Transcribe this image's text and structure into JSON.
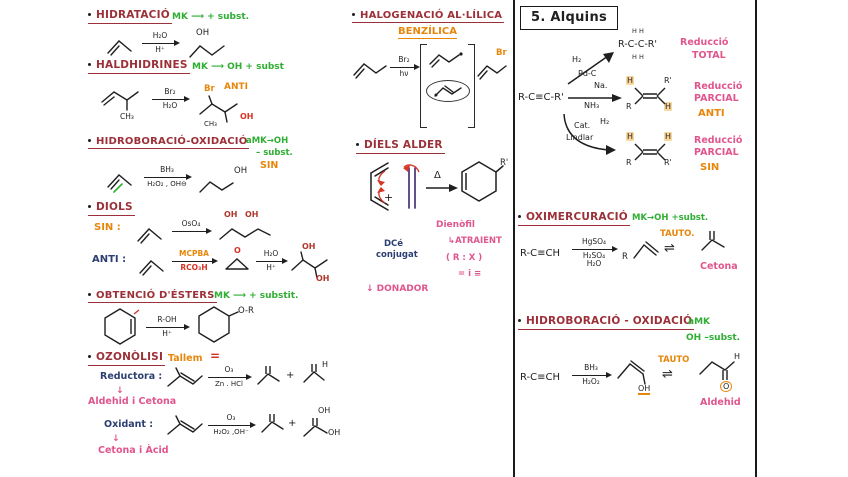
{
  "left": {
    "hidratacio": {
      "title": "HIDRATACIÓ",
      "note": "MK ⟶ + subst.",
      "top": "H₂O",
      "bottom": "H⁺",
      "oh": "OH"
    },
    "halohidrines": {
      "title": "HALDHIDRINES",
      "note": "MK ⟶ OH + subst",
      "anti": "ANTI",
      "ch3": "CH₃",
      "top": "Br₂",
      "bottom": "H₂O",
      "br": "Br",
      "oh": "OH",
      "ch3b": "CH₃"
    },
    "hidroboracio": {
      "title": "HIDROBORACIÓ-OXIDACIÓ",
      "note1": "aMK→OH",
      "note2": "– subst.",
      "sin": "SIN",
      "top": "BH₃",
      "bottom": "H₂O₂ , OH⊖",
      "oh": "OH"
    },
    "diols": {
      "title": "DIOLS",
      "sin": "SIN :",
      "oso4": "OsO₄",
      "oh1": "OH",
      "oh2": "OH",
      "anti": "ANTI :",
      "mcpba": "MCPBA",
      "rco3h": "RCO₃H",
      "o": "O",
      "h2o": "H₂O",
      "h": "H⁺",
      "oh3": "OH",
      "oh4": "OH"
    },
    "esters": {
      "title": "OBTENCIÓ D'ÉSTERS",
      "note": "MK ⟶ + substit.",
      "roh": "R-OH",
      "h": "H⁺",
      "or": "O-R"
    },
    "ozo": {
      "title": "OZONÒLISI",
      "tallem": "Tallem",
      "bond": "=",
      "reductora": "Reductora :",
      "o3": "O₃",
      "zn": "Zn . HCl",
      "plus": "+",
      "h": "H",
      "note1": "Aldehid i Cetona",
      "oxidant": "Oxidant :",
      "o3b": "O₃",
      "h2o2": "H₂O₂ ,OH⁻",
      "plus2": "+",
      "oh1": "OH",
      "oh2": "OH",
      "note2": "Cetona i Àcid",
      "down": "↓"
    }
  },
  "mid": {
    "halo": {
      "title": "HALOGENACIÓ AL·LÍLICA",
      "subtitle": "BENZÍLICA",
      "top": "Br₂",
      "bottom": "hν",
      "br": "Br"
    },
    "da": {
      "title": "DÍELS ALDER",
      "plus": "+",
      "delta": "Δ",
      "r": "R'",
      "dce1": "DCé",
      "dce2": "conjugat",
      "donador": "↓ DONADOR",
      "dienofil": "Dienòfil",
      "atraient": "↳ATRAIENT",
      "rx": "( R : X )",
      "bonds": "= i ≡"
    }
  },
  "right": {
    "box": "5. Alquins",
    "alkyne": "R-C≡C-R'",
    "total": {
      "h2": "H₂",
      "pdc": "Pd-C",
      "product": "R-C-C-R'",
      "htop": "H H",
      "hbot": "H H",
      "l1": "Reducció",
      "l2": "TOTAL"
    },
    "anti": {
      "na": "Na.",
      "nh3": "NH₃",
      "hul": "H",
      "rll": "R",
      "rur": "R'",
      "hlr": "H",
      "l1": "Reducció",
      "l2": "PARCIAL",
      "l3": "ANTI"
    },
    "sin": {
      "cat": "Cat.",
      "lindlar": "Lindlar",
      "h2": "H₂",
      "hul": "H",
      "rll": "R",
      "hur": "H",
      "rlr": "R'",
      "l1": "Reducció",
      "l2": "PARCIAL",
      "l3": "SIN"
    },
    "oxi": {
      "title": "OXIMERCURACIÓ",
      "note": "MK→OH +subst.",
      "reactant": "R-C≡CH",
      "a1": "HgSO₄",
      "a2": "H₂SO₄",
      "a3": "H₂O",
      "r": "R",
      "tauto": "TAUTO.",
      "eq": "⇌",
      "cetona": "Cetona"
    },
    "hb": {
      "title": "HIDROBORACIÓ - OXIDACIÓ",
      "note1": "aMK",
      "note2": "OH –subst.",
      "reactant": "R-C≡CH",
      "a1": "BH₃",
      "a2": "H₂O₂",
      "oh": "OH",
      "tauto": "TAUTO",
      "eq": "⇌",
      "h": "H",
      "o": "O",
      "aldehid": "Aldehid"
    }
  }
}
